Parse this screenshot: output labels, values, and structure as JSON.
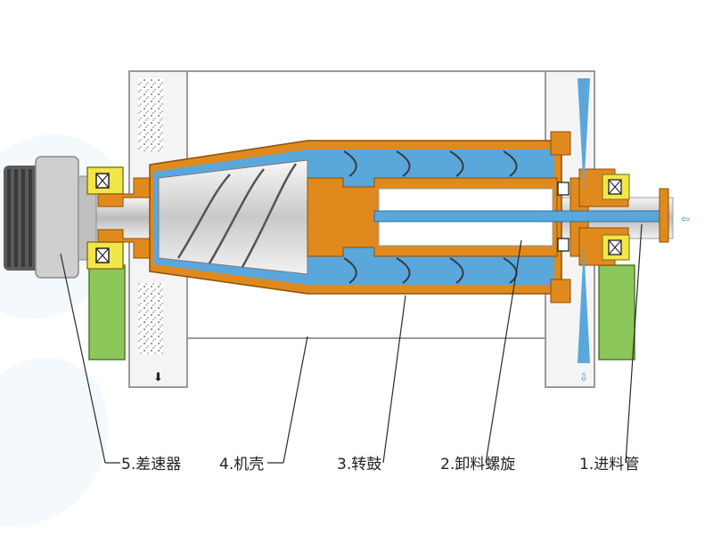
{
  "labels": [
    {
      "id": "differential",
      "text": "5.差速器"
    },
    {
      "id": "casing",
      "text": "4.机壳"
    },
    {
      "id": "bowl",
      "text": "3.转鼓"
    },
    {
      "id": "screw",
      "text": "2.卸料螺旋"
    },
    {
      "id": "feed_pipe",
      "text": "1.进料管"
    }
  ],
  "arrows": {
    "feed_in": "⇦",
    "solids_out": "⬇",
    "liquid_out": "⇩"
  },
  "colors": {
    "liquid": "#5aa7dc",
    "metal": "#e08a1e",
    "bowl_inner": "#d9d9d9",
    "casing_fill": "#ffffff",
    "support": "#8dc65a",
    "bearing": "#f2e64a",
    "pulley": "#5b5b5b",
    "leader": "#2a2a2a"
  }
}
